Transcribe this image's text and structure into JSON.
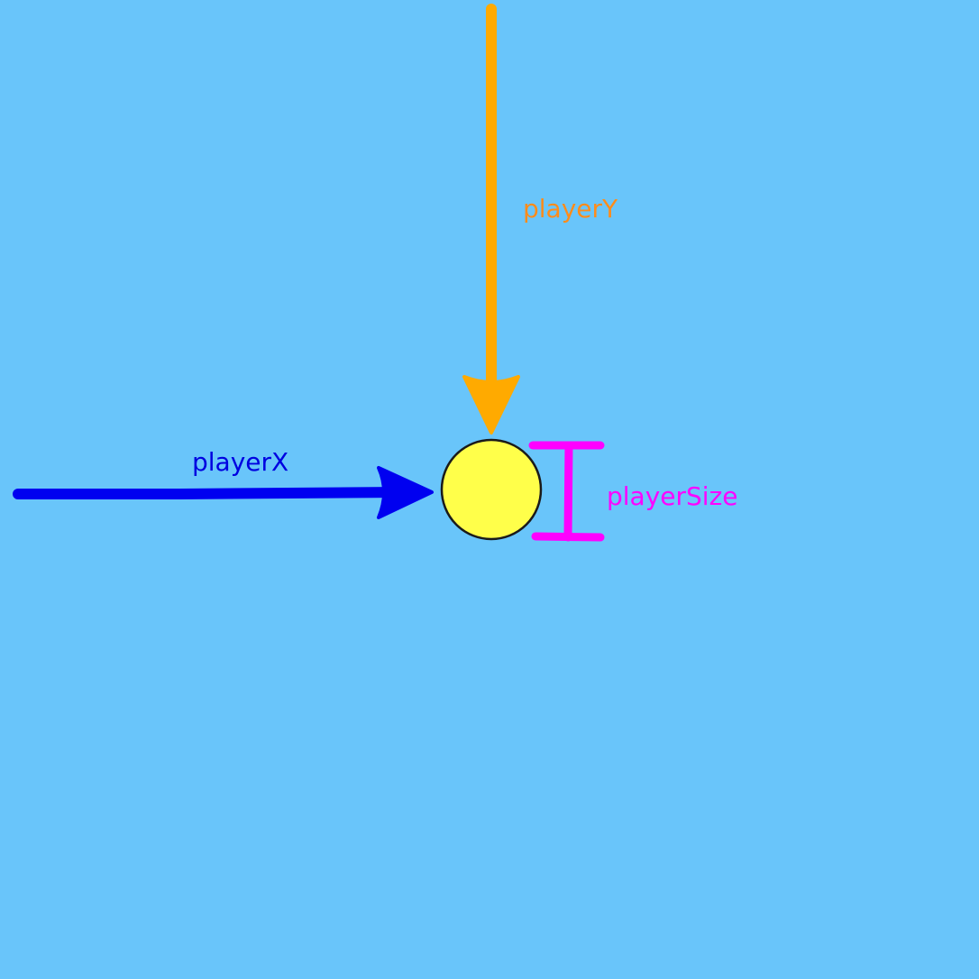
{
  "labels": {
    "player_x": "playerX",
    "player_y": "playerY",
    "player_size": "playerSize"
  },
  "colors": {
    "background": "#69C5FA",
    "player_fill": "#FFFF4A",
    "player_stroke": "#1A1A1A",
    "player_x_arrow": "#0000F0",
    "player_x_text": "#0000E0",
    "player_y_arrow": "#FFAA00",
    "player_y_text": "#FF8C1A",
    "player_size_marker": "#FF00FF",
    "player_size_text": "#FF00FF"
  }
}
